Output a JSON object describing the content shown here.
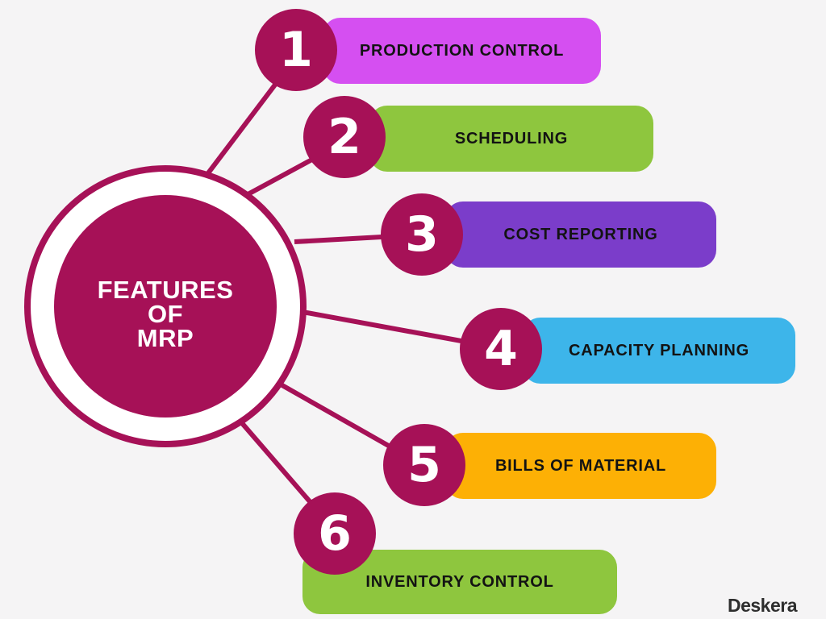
{
  "palette": {
    "background": "#f5f4f5",
    "primary": "#a61157",
    "connector": "#a61157",
    "bar_text": "#131313",
    "center_text": "#ffffff"
  },
  "center": {
    "title": "FEATURES\nOF\nMRP",
    "fill": "#a61157"
  },
  "items": [
    {
      "number": "1",
      "label": "PRODUCTION CONTROL",
      "color": "#d54ff1"
    },
    {
      "number": "2",
      "label": "SCHEDULING",
      "color": "#8ec63e"
    },
    {
      "number": "3",
      "label": "COST REPORTING",
      "color": "#7b3dca"
    },
    {
      "number": "4",
      "label": "CAPACITY PLANNING",
      "color": "#3db5ea"
    },
    {
      "number": "5",
      "label": "BILLS OF MATERIAL",
      "color": "#fdb005"
    },
    {
      "number": "6",
      "label": "INVENTORY CONTROL",
      "color": "#8ec63e"
    }
  ],
  "brand": {
    "name": "Deskera",
    "color": "#2e2e2e"
  }
}
